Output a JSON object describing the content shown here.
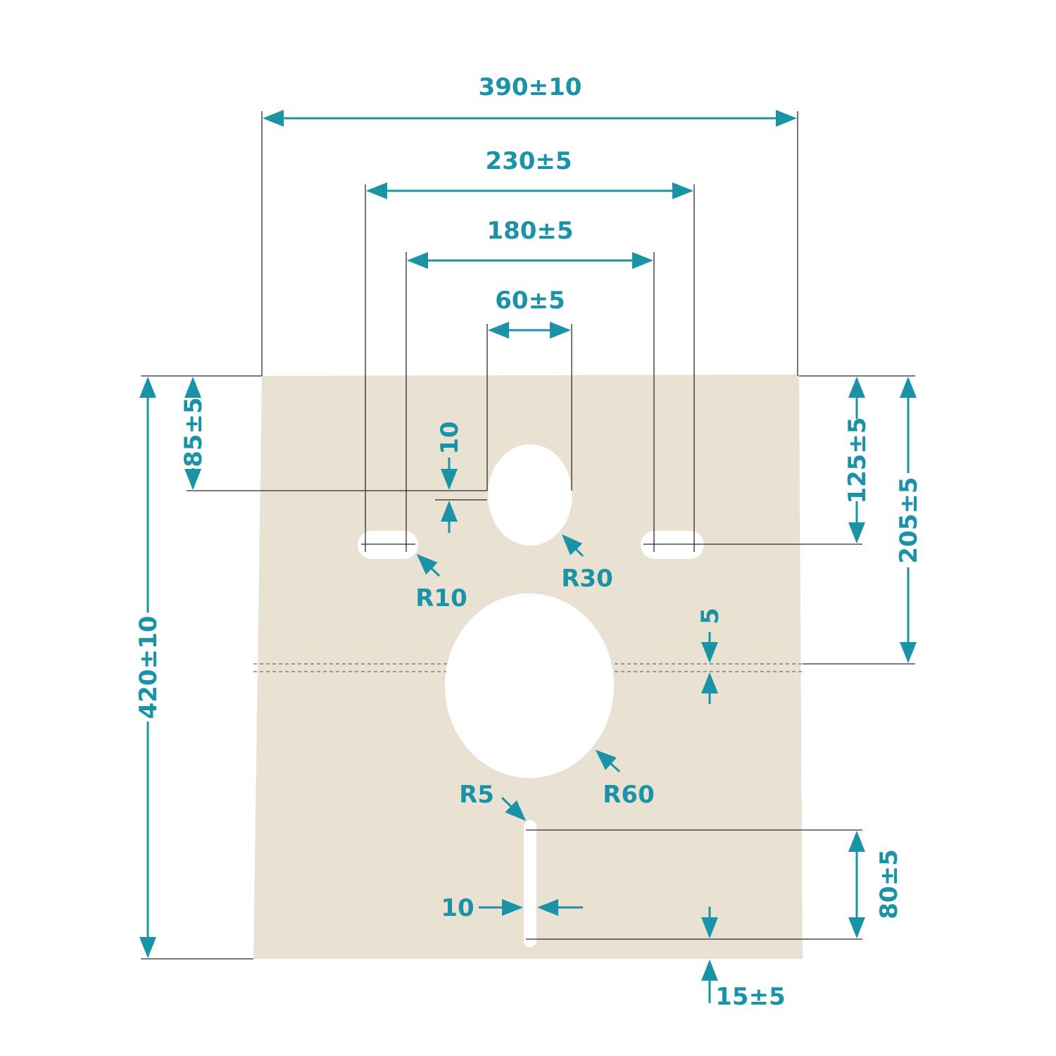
{
  "colors": {
    "accent": "#1b93a6",
    "panel": "#e9e1d2",
    "line": "#2b2b2b",
    "hole": "#ffffff"
  },
  "dimensions": {
    "overall_width": "390±10",
    "outer_slot_spacing": "230±5",
    "inner_slot_spacing": "180±5",
    "upper_hole_width": "60±5",
    "overall_height": "420±10",
    "top_to_upper_hole": "85±5",
    "upper_hole_gap": "10",
    "top_to_slots": "125±5",
    "top_to_fold": "205±5",
    "fold_gap": "5",
    "bottom_slit_length": "80±5",
    "bottom_slit_width": "10",
    "bottom_margin": "15±5"
  },
  "radii": {
    "slot": "R10",
    "upper_hole": "R30",
    "lower_hole": "R60",
    "slit": "R5"
  }
}
